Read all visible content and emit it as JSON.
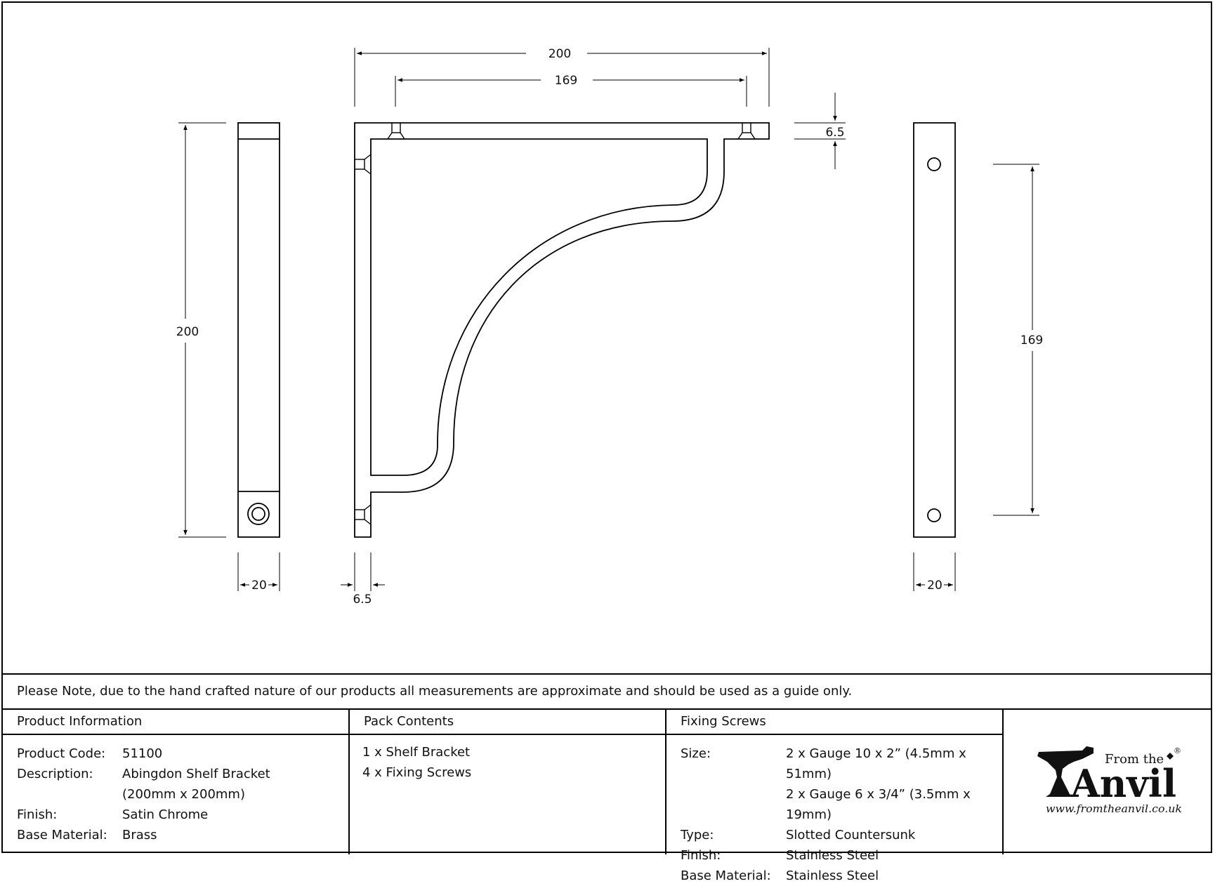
{
  "drawing": {
    "dimensions": {
      "overall_width": "200",
      "hole_spacing_top": "169",
      "top_thickness": "6.5",
      "side_height": "200",
      "side_width": "20",
      "back_thickness": "6.5",
      "back_width": "20",
      "hole_spacing_back": "169"
    }
  },
  "note": "Please Note, due to the hand crafted nature of our products all measurements are approximate and should be used as a guide only.",
  "product_information": {
    "heading": "Product Information",
    "rows": [
      {
        "label": "Product Code:",
        "value": "51100"
      },
      {
        "label": "Description:",
        "value": "Abingdon Shelf Bracket"
      },
      {
        "label": "",
        "value": "(200mm x 200mm)"
      },
      {
        "label": "Finish:",
        "value": "Satin Chrome"
      },
      {
        "label": "Base Material:",
        "value": "Brass"
      }
    ]
  },
  "pack_contents": {
    "heading": "Pack Contents",
    "items": [
      "1 x Shelf Bracket",
      "4 x Fixing Screws"
    ]
  },
  "fixing_screws": {
    "heading": "Fixing Screws",
    "rows": [
      {
        "label": "Size:",
        "value": "2 x Gauge 10 x 2” (4.5mm x 51mm)"
      },
      {
        "label": "",
        "value": "2 x Gauge 6 x 3/4” (3.5mm x 19mm)"
      },
      {
        "label": "Type:",
        "value": "Slotted Countersunk"
      },
      {
        "label": "Finish:",
        "value": "Stainless Steel"
      },
      {
        "label": "Base Material:",
        "value": "Stainless Steel"
      }
    ]
  },
  "logo": {
    "from_the": "From the",
    "brand": "Anvil",
    "registered": "®",
    "url": "www.fromtheanvil.co.uk"
  }
}
